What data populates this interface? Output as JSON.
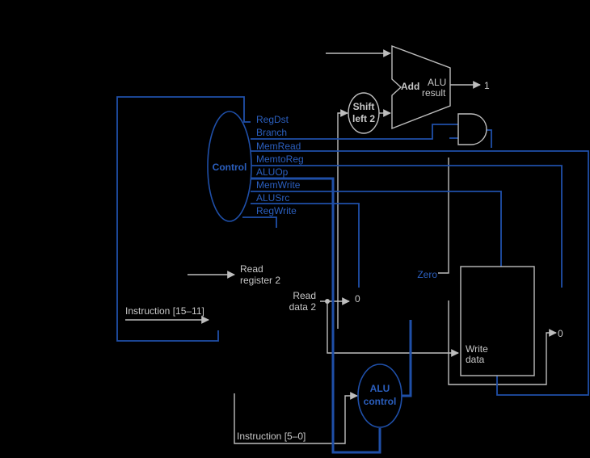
{
  "control": {
    "label": "Control",
    "signals": [
      "RegDst",
      "Branch",
      "MemRead",
      "MemtoReg",
      "ALUOp",
      "MemWrite",
      "ALUSrc",
      "RegWrite"
    ]
  },
  "adder": {
    "label": "Add",
    "result_line1": "ALU",
    "result_line2": "result"
  },
  "shift": {
    "line1": "Shift",
    "line2": "left 2"
  },
  "alu_control": {
    "line1": "ALU",
    "line2": "control"
  },
  "registers": {
    "read_register_2_line1": "Read",
    "read_register_2_line2": "register 2",
    "read_data_2_line1": "Read",
    "read_data_2_line2": "data 2"
  },
  "memory": {
    "write_data_line1": "Write",
    "write_data_line2": "data"
  },
  "labels": {
    "instruction_15_11": "Instruction [15–11]",
    "instruction_5_0": "Instruction [5–0]",
    "zero": "Zero",
    "mux_one_top": "1",
    "mux_zero_middle": "0",
    "mux_zero_right": "0"
  },
  "colors": {
    "control_blue": "#1f4fa8",
    "datapath_gray": "#bdbdbd",
    "background": "#000000"
  }
}
